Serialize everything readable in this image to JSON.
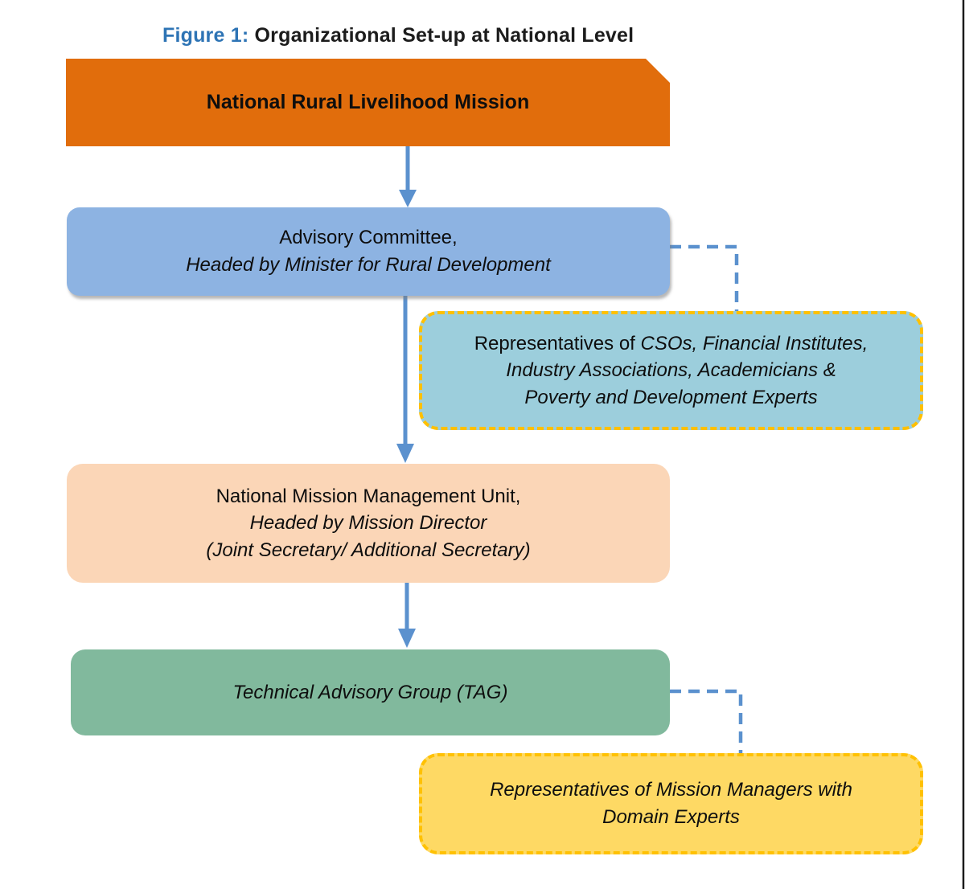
{
  "figure": {
    "title_prefix": "Figure 1:",
    "title_text": " Organizational Set-up at National Level"
  },
  "nodes": {
    "nrlm": {
      "label": "National Rural Livelihood Mission"
    },
    "advisory_committee": {
      "line1": "Advisory Committee,",
      "line2": "Headed by Minister for Rural Development"
    },
    "advisory_members": {
      "line1_lead": "Representatives of ",
      "line1_rest": "CSOs, Financial Institutes,",
      "line2": "Industry Associations, Academicians &",
      "line3": "Poverty and Development Experts"
    },
    "nmmu": {
      "line1": "National Mission Management Unit,",
      "line2": "Headed by Mission Director",
      "line3": "(Joint Secretary/ Additional Secretary)"
    },
    "tag": {
      "label": "Technical Advisory Group (TAG)"
    },
    "tag_members": {
      "line1": "Representatives of Mission Managers with",
      "line2": "Domain Experts"
    }
  },
  "colors": {
    "title_accent": "#2E74B5",
    "nrlm_fill": "#E16D0C",
    "advisory_fill": "#8DB3E2",
    "advisory_members_fill": "#9CCEDC",
    "nmmu_fill": "#FBD6B7",
    "tag_fill": "#81B99D",
    "tag_members_fill": "#FED964",
    "dashed_box_border": "#FFC000",
    "connector_blue": "#5B91CE",
    "page_edge": "#1a1a1a"
  }
}
